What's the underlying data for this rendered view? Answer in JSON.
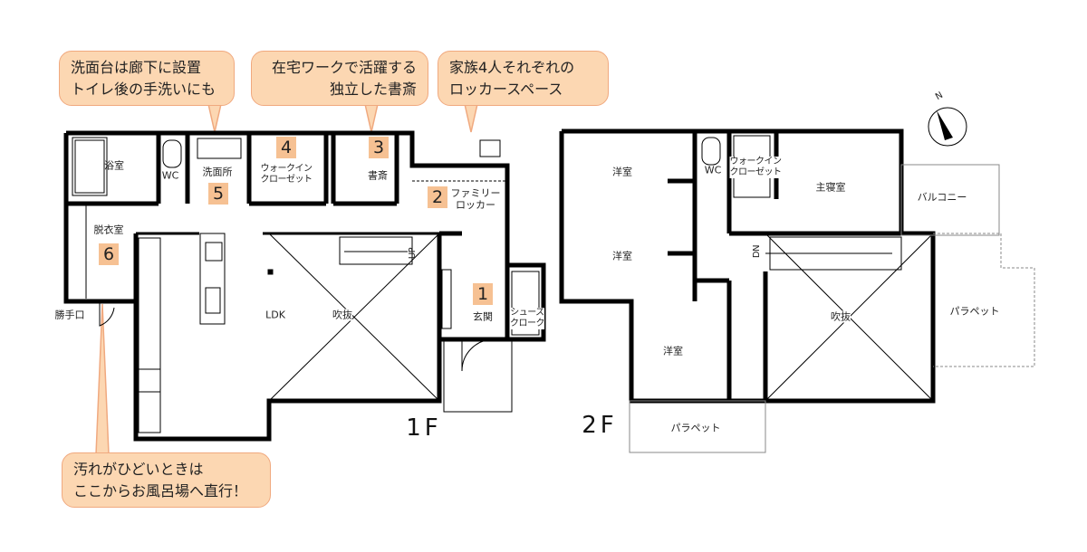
{
  "colors": {
    "callout_fill": "#fcd7b2",
    "callout_border": "#f0a97f",
    "badge": "#f6c193",
    "wall": "#000000"
  },
  "callouts": [
    {
      "lines": [
        "洗面台は廊下に設置",
        "トイレ後の手洗いにも"
      ]
    },
    {
      "lines": [
        "在宅ワークで活躍する",
        "独立した書斎"
      ]
    },
    {
      "lines": [
        "家族4人それぞれの",
        "ロッカースペース"
      ]
    },
    {
      "lines": [
        "汚れがひどいときは",
        "ここからお風呂場へ直行！"
      ]
    }
  ],
  "floor1": {
    "label": "1F",
    "rooms": {
      "bath": "浴室",
      "wc": "WC",
      "washroom": "洗面所",
      "wic1": "ウォークイン",
      "wic2": "クローゼット",
      "study": "書斎",
      "locker1": "ファミリー",
      "locker2": "ロッカー",
      "dressing": "脱衣室",
      "back_door": "勝手口",
      "ldk": "LDK",
      "void": "吹抜",
      "entrance": "玄関",
      "shoes1": "シューズ",
      "shoes2": "クローク",
      "up": "UP"
    },
    "badges": [
      "1",
      "2",
      "3",
      "4",
      "5",
      "6"
    ]
  },
  "floor2": {
    "label": "2F",
    "rooms": {
      "western1": "洋室",
      "western2": "洋室",
      "western3": "洋室",
      "wc": "WC",
      "wic1": "ウォークイン",
      "wic2": "クローゼット",
      "master": "主寝室",
      "balcony": "バルコニー",
      "dn": "DN",
      "void": "吹抜",
      "parapet1": "パラペット",
      "parapet2": "パラペット"
    }
  },
  "compass": {
    "label": "N",
    "icon": "north-arrow-icon"
  }
}
